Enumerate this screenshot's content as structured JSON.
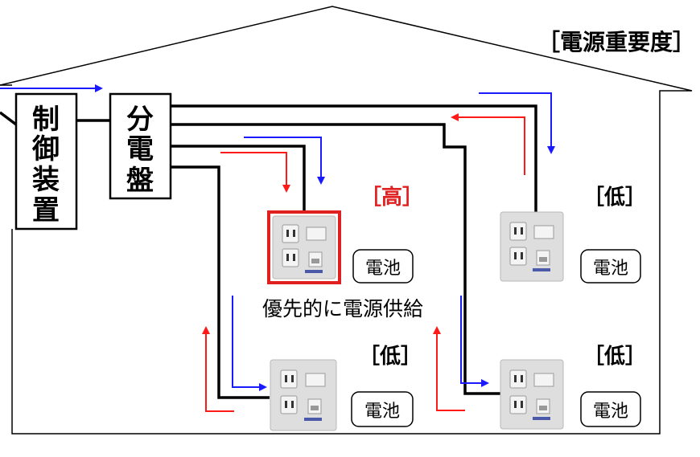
{
  "title": "［電源重要度］",
  "control_device": {
    "chars": [
      "制",
      "御",
      "装",
      "置"
    ]
  },
  "distribution_board": {
    "chars": [
      "分",
      "電",
      "盤"
    ]
  },
  "caption": "優先的に電源供給",
  "outlets": [
    {
      "priority_label": "［高］",
      "priority": "high",
      "battery_label": "電池",
      "highlight_color": "#e02020"
    },
    {
      "priority_label": "［低］",
      "priority": "low",
      "battery_label": "電池"
    },
    {
      "priority_label": "［低］",
      "priority": "low",
      "battery_label": "電池"
    },
    {
      "priority_label": "［低］",
      "priority": "low",
      "battery_label": "電池"
    }
  ],
  "colors": {
    "supply_arrow": "#1a1aff",
    "return_arrow": "#ff1a1a",
    "high_label": "#e02020",
    "wire": "#000000"
  }
}
